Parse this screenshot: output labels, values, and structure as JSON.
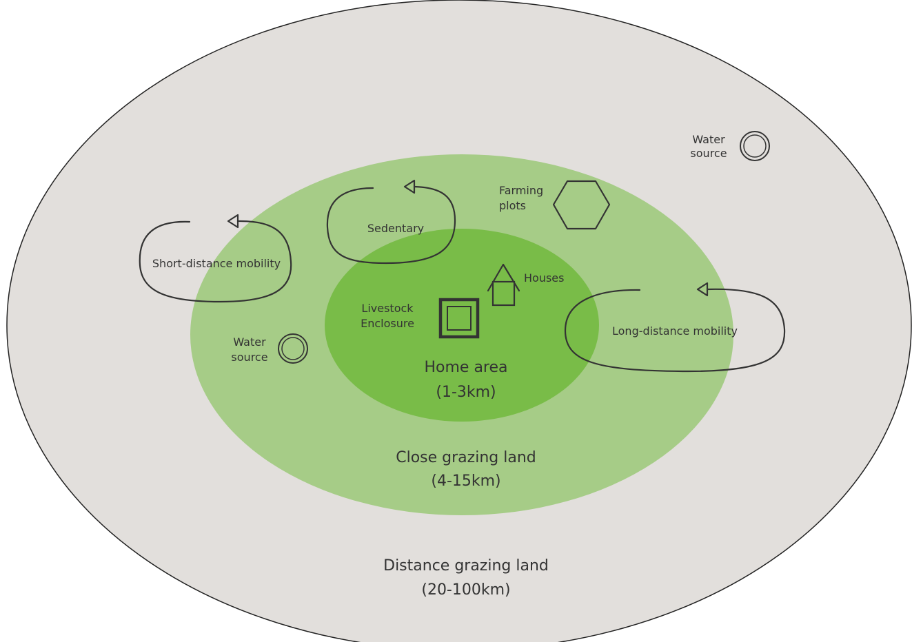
{
  "zones": {
    "outer": {
      "title": "Distance grazing land",
      "range": "(20-100km)",
      "color": "#e2dfdc"
    },
    "middle": {
      "title": "Close grazing land",
      "range": "(4-15km)",
      "color": "#a6cc87"
    },
    "inner": {
      "title": "Home area",
      "range": "(1-3km)",
      "color": "#79bc48"
    }
  },
  "features": {
    "water_source_outer": {
      "line1": "Water",
      "line2": "source",
      "icon": "water-source-icon"
    },
    "water_source_middle": {
      "line1": "Water",
      "line2": "source",
      "icon": "water-source-icon"
    },
    "farming_plots": {
      "line1": "Farming",
      "line2": "plots",
      "icon": "hexagon-icon"
    },
    "houses": {
      "label": "Houses",
      "icon": "house-icon"
    },
    "livestock_enclosure": {
      "line1": "Livestock",
      "line2": "Enclosure",
      "icon": "enclosure-icon"
    }
  },
  "mobility": {
    "short": "Short-distance mobility",
    "sedentary": "Sedentary",
    "long": "Long-distance mobility"
  },
  "colors": {
    "stroke": "#333333",
    "outer_border": "#222222"
  }
}
